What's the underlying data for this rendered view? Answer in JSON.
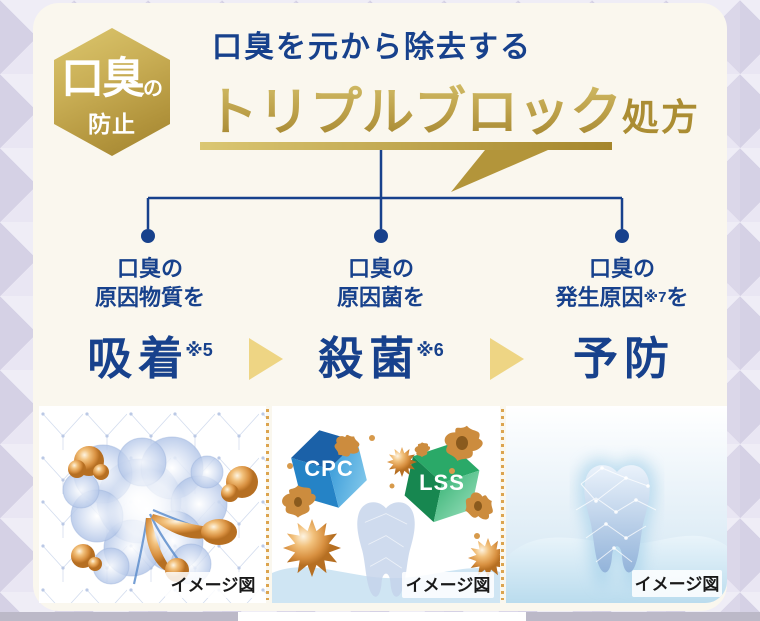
{
  "badge": {
    "title": "口臭",
    "particle": "の",
    "subtitle": "防止"
  },
  "heading": {
    "lead": "口臭を元から除去する",
    "main": "トリプルブロック",
    "suffix": "処方"
  },
  "columns": [
    {
      "line1": "口臭の",
      "line2": "原因物質を",
      "line2_note": "",
      "line2_tail": "",
      "keyword": "吸着",
      "keyword_note": "※5"
    },
    {
      "line1": "口臭の",
      "line2": "原因菌を",
      "line2_note": "",
      "line2_tail": "",
      "keyword": "殺菌",
      "keyword_note": "※6"
    },
    {
      "line1": "口臭の",
      "line2": "発生原因",
      "line2_note": "※7",
      "line2_tail": "を",
      "keyword": "予防",
      "keyword_note": ""
    }
  ],
  "illustrations": [
    {
      "caption": "イメージ図"
    },
    {
      "caption": "イメージ図",
      "badges": {
        "cpc": "CPC",
        "lss": "LSS"
      }
    },
    {
      "caption": "イメージ図"
    }
  ],
  "colors": {
    "navy": "#17418c",
    "gold": "#b6983e",
    "gold_light": "#d9c671",
    "gold_dark": "#a8882e",
    "arrow": "#eed584",
    "card_bg": "#faf7ee",
    "backdrop": "#e2dfed",
    "cpc_blue": "#2b86c8",
    "lss_green": "#23a968",
    "germ_orange": "#d3903f",
    "caption": "#1a1a1a"
  }
}
